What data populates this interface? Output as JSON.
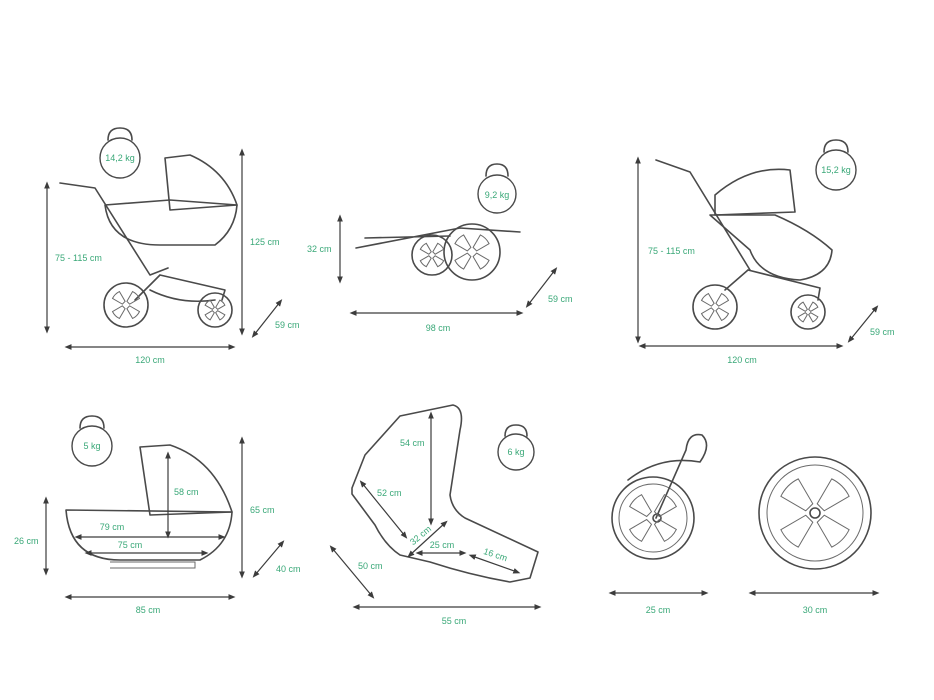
{
  "colors": {
    "label": "#3aa878",
    "line": "#4a4a4a",
    "background": "#ffffff"
  },
  "panels": {
    "pram_with_carrycot": {
      "weight": "14,2 kg",
      "handle_height": "75 - 115 cm",
      "height": "125 cm",
      "width": "59 cm",
      "length": "120 cm"
    },
    "folded_chassis": {
      "weight": "9,2 kg",
      "height": "32 cm",
      "width": "59 cm",
      "length": "98 cm"
    },
    "pram_with_seat": {
      "weight": "15,2 kg",
      "handle_height": "75 - 115 cm",
      "width": "59 cm",
      "length": "120 cm"
    },
    "carrycot": {
      "weight": "5 kg",
      "height": "26 cm",
      "hood_height": "58 cm",
      "inner_length_top": "79 cm",
      "inner_length_bottom": "75 cm",
      "total_height": "65 cm",
      "width": "40 cm",
      "length": "85 cm"
    },
    "seat_unit": {
      "weight": "6 kg",
      "back_height": "54 cm",
      "back_length": "52 cm",
      "seat_width": "32 cm",
      "seat_depth": "25 cm",
      "footrest": "16 cm",
      "width": "50 cm",
      "length": "55 cm"
    },
    "wheels": {
      "front_diameter": "25 cm",
      "rear_diameter": "30 cm"
    }
  }
}
